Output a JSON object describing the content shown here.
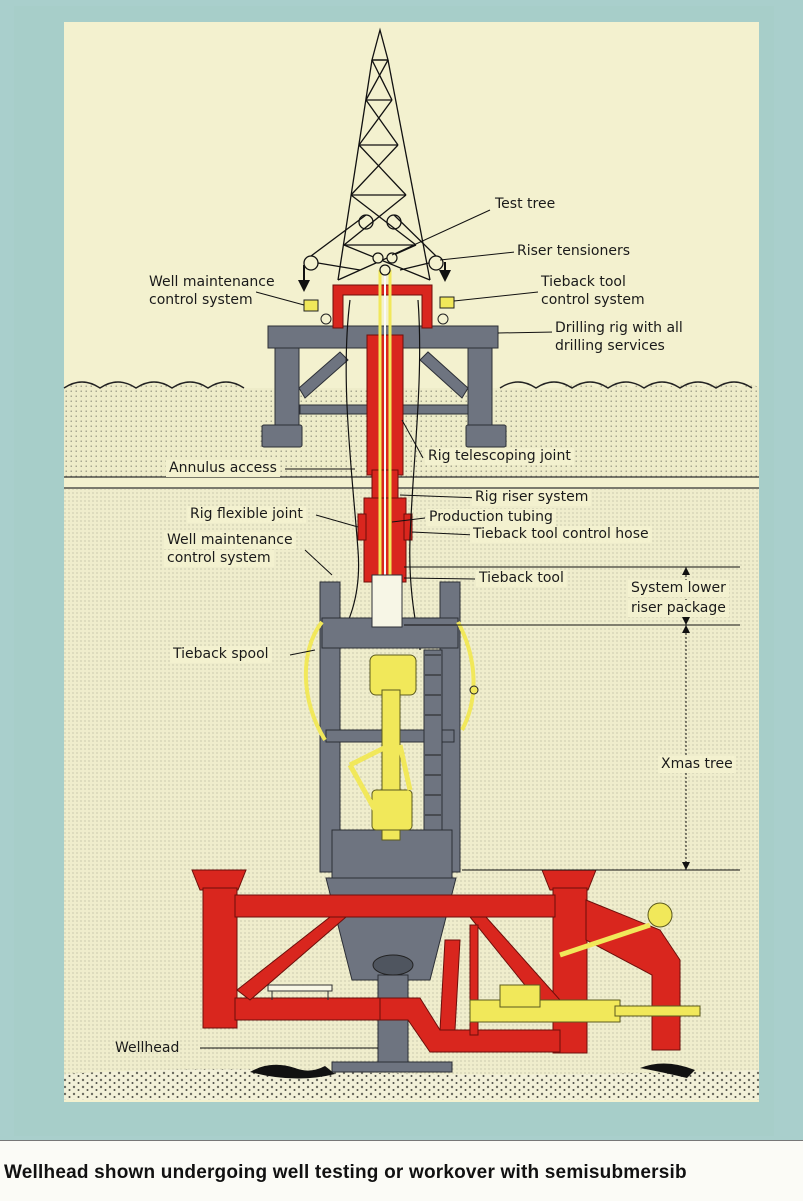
{
  "labels": {
    "test_tree": "Test tree",
    "riser_tensioners": "Riser tensioners",
    "well_maintenance_top_1": "Well maintenance",
    "well_maintenance_top_2": "control system",
    "tieback_tool_cs_1": "Tieback tool",
    "tieback_tool_cs_2": "control system",
    "drilling_rig_1": "Drilling rig with all",
    "drilling_rig_2": "drilling services",
    "annulus_access": "Annulus access",
    "rig_telescoping_joint": "Rig telescoping joint",
    "rig_riser_system": "Rig riser system",
    "production_tubing": "Production tubing",
    "rig_flexible_joint": "Rig flexible joint",
    "tieback_tool_control_hose": "Tieback tool control hose",
    "well_maintenance_low_1": "Well maintenance",
    "well_maintenance_low_2": "control system",
    "tieback_tool": "Tieback tool",
    "system_lower_1": "System lower",
    "system_lower_2": "riser package",
    "tieback_spool": "Tieback spool",
    "xmas_tree": "Xmas tree",
    "wellhead": "Wellhead"
  },
  "caption": "Wellhead shown undergoing well testing or workover with semisubmersib",
  "colors": {
    "paper": "#f3f1cf",
    "sea": "#e9e7c6",
    "structure_red": "#d9261e",
    "structure_gray": "#6e7480",
    "equipment_yellow": "#f1e85a",
    "frame": "#a7cec9"
  }
}
